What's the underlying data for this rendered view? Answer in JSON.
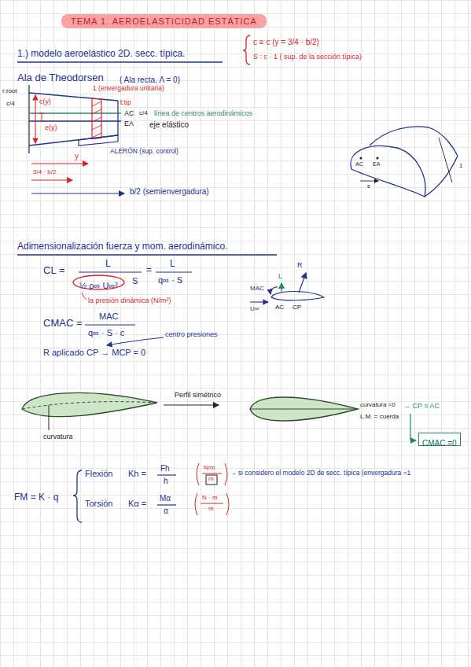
{
  "diagram": {
    "title": "TEMA 1. AEROELASTICIDAD ESTÁTICA",
    "nodes": [
      {
        "text": [
          "½ ρ∞ U∞²"
        ]
      },
      {
        "text": [
          "CMAC =0"
        ]
      }
    ],
    "labels": [
      "1.) modelo aeroelástico 2D. secc. típica.",
      "c ≡ c (y = 3/4 · b/2)",
      "S : c · 1 ( sup. de la sección típica)",
      "Ala de Theodorsen",
      "( Ala recta, Λ = 0)",
      "r:root",
      "c/4",
      "c(y)",
      "1 (envergadura unitaria)",
      "t:tip",
      "AC",
      "c/4",
      "línea de centros aerodinámicos",
      "EA",
      "eje elástico",
      "e(y)",
      "ALERÓN (sup. control)",
      "y",
      "3/4 · b/2",
      "b/2 (semienvergadura)",
      "AC",
      "EA",
      "e",
      "1",
      "Adimensionalización fuerza y mom. aerodinámico.",
      "CL =",
      "L",
      "S",
      "=",
      "L",
      "q∞ · S",
      "la presión dinámica (N/m²)",
      "L",
      "R",
      "MAC",
      "U∞",
      "AC",
      "CP",
      "CMAC =",
      "MAC",
      "q∞ · S · c",
      "centro presiones",
      "R aplicado CP → MCP = 0",
      "curvatura",
      "Perfil simétrico",
      "curvatura =0",
      "L.M. = cuerda",
      "→ CP ≡ AC",
      "FM = K · q",
      "Flexión",
      "Kh =",
      "Fh",
      "h",
      "N/m",
      "m",
      "→ si considero el modelo 2D de secc. típica (envergadura =1",
      "Torsión",
      "Kα =",
      "Mα",
      "α",
      "N · m",
      "m"
    ]
  }
}
